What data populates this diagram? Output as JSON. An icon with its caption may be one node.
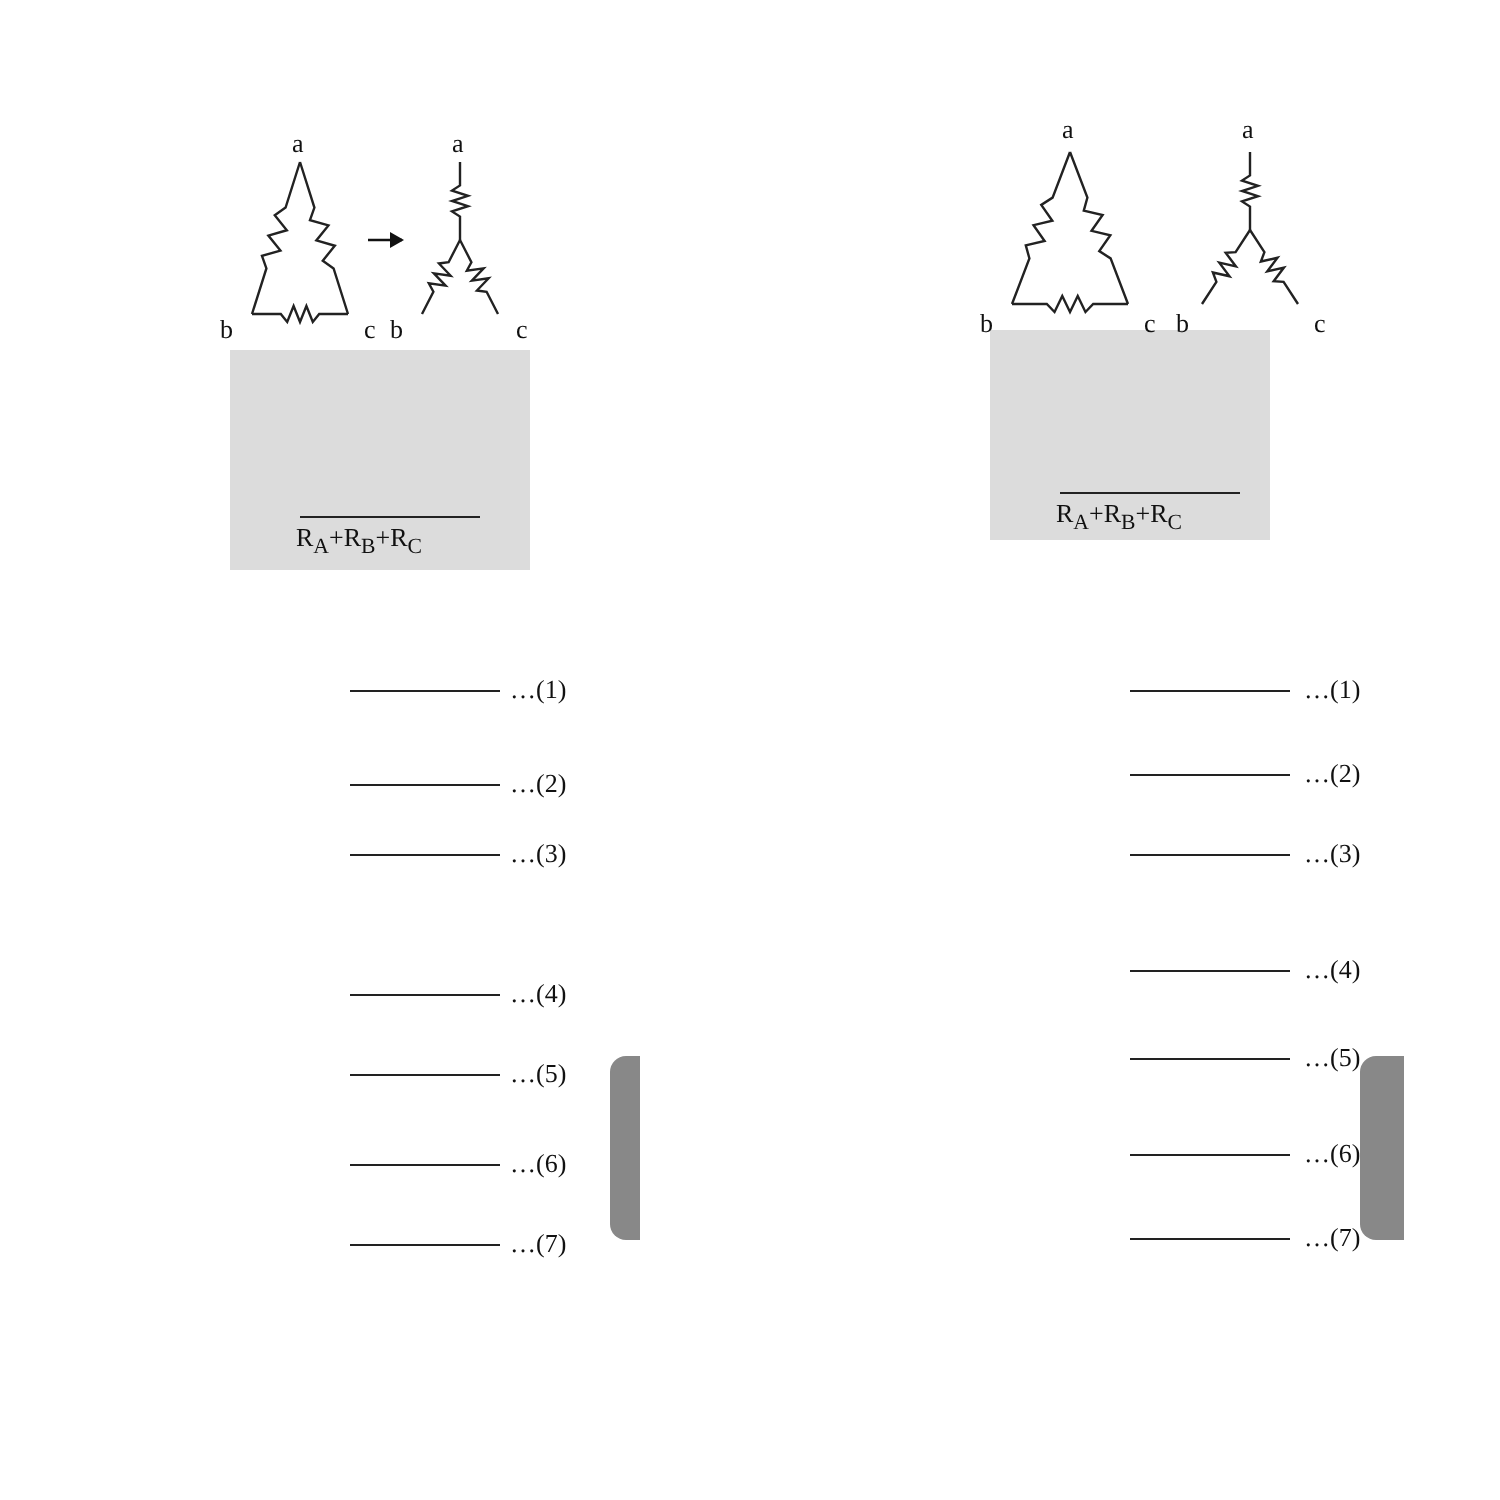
{
  "diagram": {
    "nodes": [
      {
        "text": [],
        "shape": "picture"
      },
      {
        "text": [],
        "shape": "picture"
      },
      {
        "text": [],
        "shape": "picture"
      },
      {
        "text": [],
        "shape": "picture"
      },
      {
        "text": [],
        "shape": "bar"
      },
      {
        "text": [],
        "shape": "bar"
      }
    ],
    "edges": [
      {
        "from": 0,
        "to": 1,
        "arrow": "to"
      }
    ],
    "labels": [
      "a",
      "b",
      "c",
      "a",
      "b",
      "c",
      "R$_{A}$+R$_{B}$+R$_{C}$",
      "…(1)",
      "…(2)",
      "…(3)",
      "…(4)",
      "…(5)",
      "…(6)",
      "…(7)",
      "a",
      "b",
      "c",
      "a",
      "b",
      "c",
      "R$_{A}$+R$_{B}$+R$_{C}$",
      "…(1)",
      "…(2)",
      "…(3)",
      "…(4)",
      "…(5)",
      "…(6)",
      "…(7)"
    ]
  }
}
